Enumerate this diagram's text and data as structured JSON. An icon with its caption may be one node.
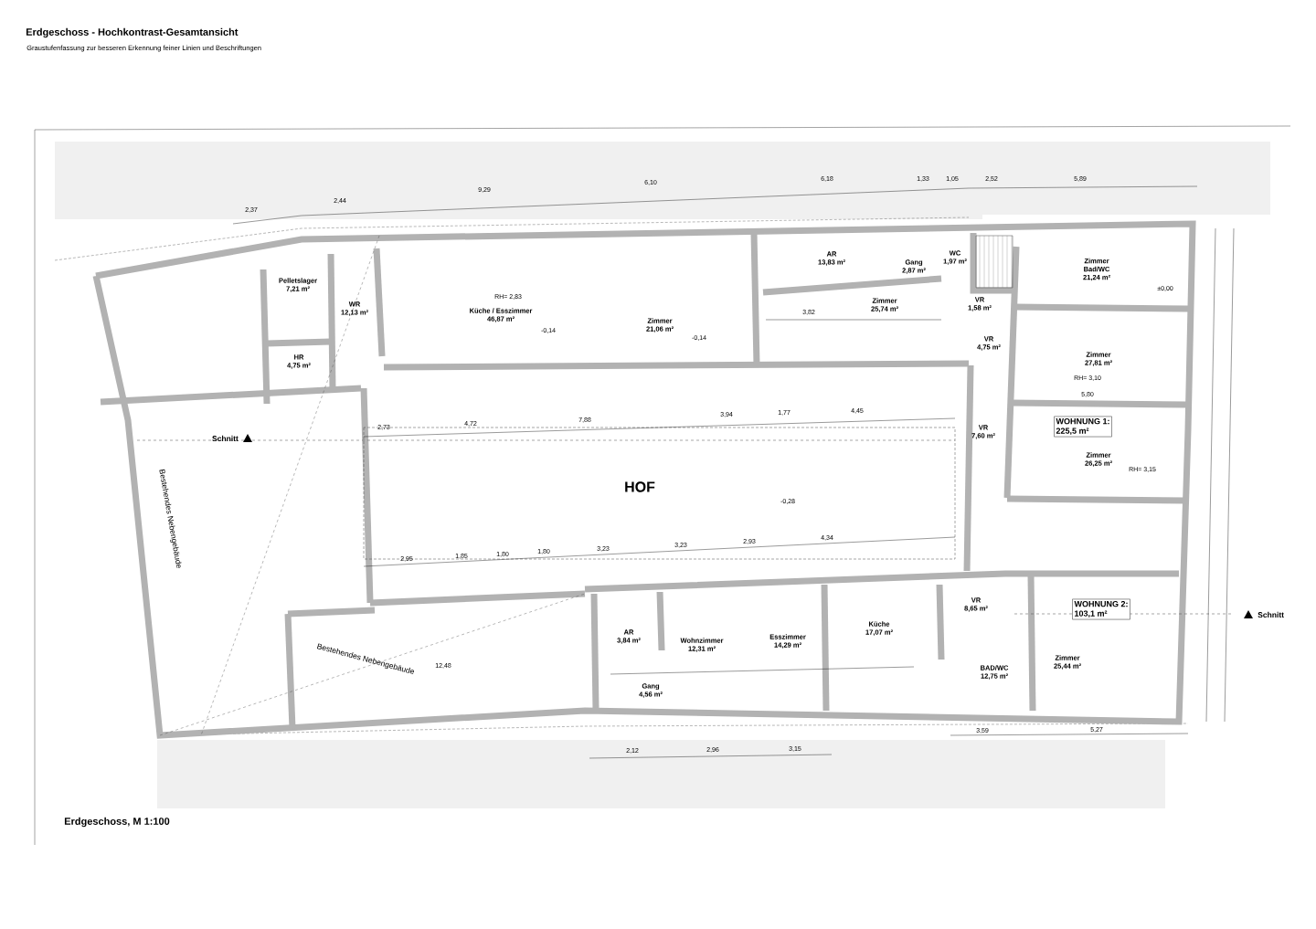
{
  "diagram": {
    "title": "Erdgeschoss - Hochkontrast-Gesamtansicht",
    "caption": "Erdgeschoss, M 1:100",
    "nodes": [
      {
        "text": [
          "Pelletslager",
          "7,21 m²"
        ]
      },
      {
        "text": [
          "WR",
          "12,13 m²"
        ]
      },
      {
        "text": [
          "HR",
          "4,75 m²"
        ]
      },
      {
        "text": [
          "Küche / Esszimmer",
          "46,87 m²"
        ]
      },
      {
        "text": [
          "Zimmer",
          "21,06 m²"
        ]
      },
      {
        "text": [
          "AR",
          "13,83 m²"
        ]
      },
      {
        "text": [
          "Gang",
          "2,87 m²"
        ]
      },
      {
        "text": [
          "WC",
          "1,97 m²"
        ]
      },
      {
        "text": [
          "Zimmer",
          "25,74 m²"
        ]
      },
      {
        "text": [
          "VR",
          "1,58 m²"
        ]
      },
      {
        "text": [
          "Zimmer",
          "Bad/WC",
          "21,24 m²"
        ]
      },
      {
        "text": [
          "VR",
          "4,75 m²"
        ]
      },
      {
        "text": [
          "Zimmer",
          "27,81 m²"
        ]
      },
      {
        "text": [
          "WOHNUNG 1:",
          "225,5 m²"
        ]
      },
      {
        "text": [
          "Zimmer",
          "26,25 m²"
        ]
      },
      {
        "text": [
          "VR",
          "7,60 m²"
        ]
      },
      {
        "text": [
          "HOF"
        ]
      },
      {
        "text": [
          "AR",
          "3,84 m²"
        ]
      },
      {
        "text": [
          "Gang",
          "4,56 m²"
        ]
      },
      {
        "text": [
          "Wohnzimmer",
          "12,31 m²"
        ]
      },
      {
        "text": [
          "Esszimmer",
          "14,29 m²"
        ]
      },
      {
        "text": [
          "Küche",
          "17,07 m²"
        ]
      },
      {
        "text": [
          "VR",
          "8,65 m²"
        ]
      },
      {
        "text": [
          "BAD/WC",
          "12,75 m²"
        ]
      },
      {
        "text": [
          "WOHNUNG 2:",
          "103,1 m²"
        ]
      },
      {
        "text": [
          "Zimmer",
          "25,44 m²"
        ]
      }
    ],
    "labels": [
      "Graustufenfassung zur besseren Erkennung feiner Linien und Beschriftungen",
      "Schnitt",
      "Schnitt",
      "Bestehendes Nebengebäude",
      "Bestehendes Nebengebäude",
      "2,37",
      "2,44",
      "9,29",
      "6,10",
      "6,18",
      "1,33",
      "1,05",
      "2,52",
      "5,89",
      "RH= 2,83",
      "-0,14",
      "-0,14",
      "3,82",
      "±0,00",
      "RH= 3,10",
      "5,80",
      "RH= 3,15",
      "2,73",
      "4,72",
      "7,88",
      "3,94",
      "1,77",
      "4,45",
      "-0,28",
      "2,95",
      "1,85",
      "1,80",
      "1,80",
      "3,23",
      "3,23",
      "2,93",
      "4,34",
      "12,48",
      "2,12",
      "2,96",
      "3,15",
      "3,59",
      "5,27"
    ]
  }
}
